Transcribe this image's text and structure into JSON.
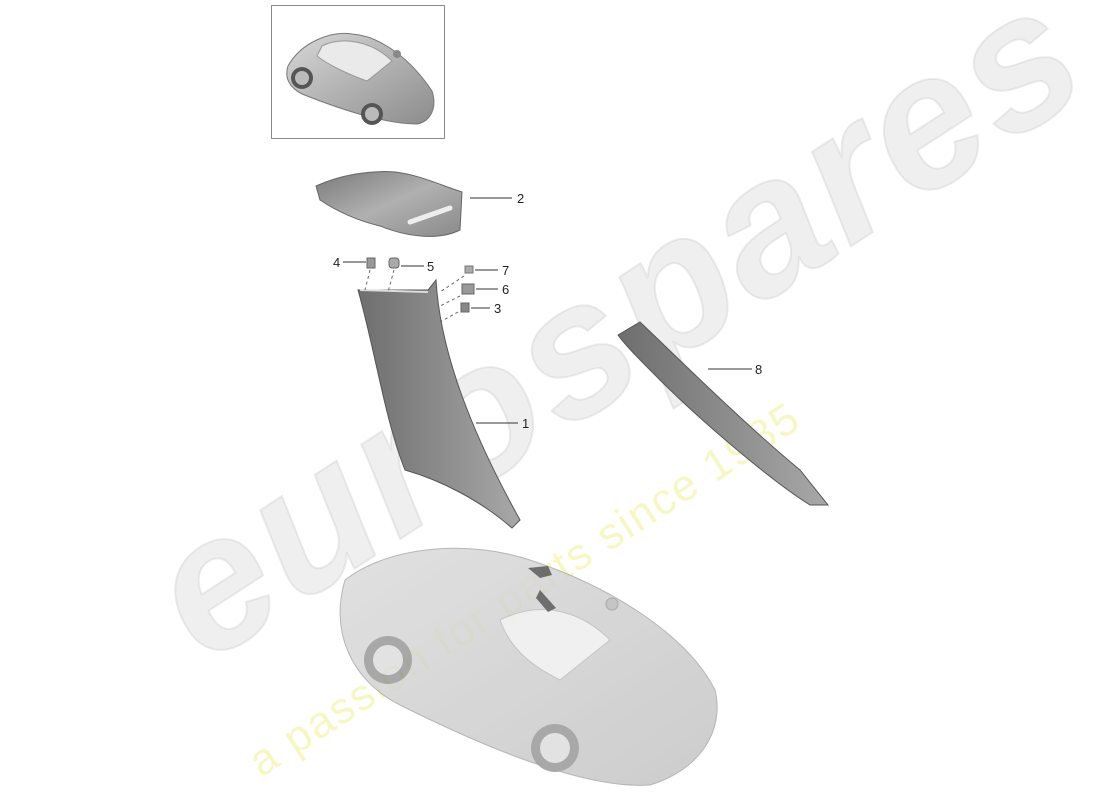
{
  "diagram": {
    "title": "Porsche Cayman B-pillar / C-pillar trim parts diagram",
    "thumbnail": {
      "label": "vehicle-overview-thumbnail"
    },
    "callouts": [
      {
        "number": "1",
        "part": "pillar trim (B-pillar lower)"
      },
      {
        "number": "2",
        "part": "upper trim cover"
      },
      {
        "number": "3",
        "part": "clip"
      },
      {
        "number": "4",
        "part": "clip"
      },
      {
        "number": "5",
        "part": "fastener"
      },
      {
        "number": "6",
        "part": "retaining bracket"
      },
      {
        "number": "7",
        "part": "clip"
      },
      {
        "number": "8",
        "part": "pillar trim (A-pillar)"
      }
    ]
  },
  "watermark": {
    "brand": "eurospares",
    "tagline": "a passion for parts since 1985",
    "brand_color": "#e6e6e6",
    "tagline_color": "#f0f096"
  }
}
